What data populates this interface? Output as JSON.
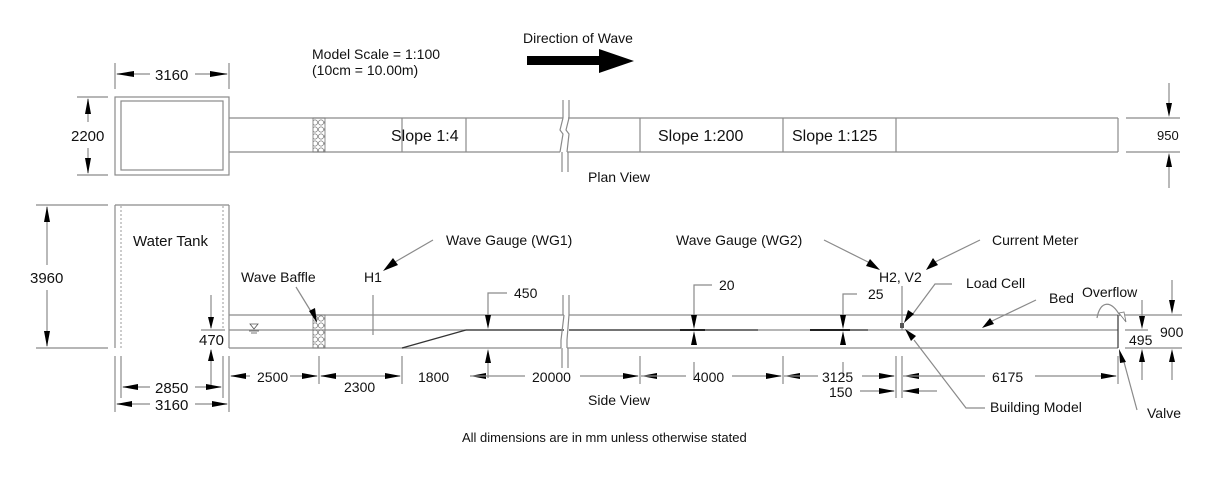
{
  "header": {
    "model_scale": "Model Scale = 1:100",
    "scale_note": "(10cm = 10.00m)",
    "direction_label": "Direction of Wave"
  },
  "plan_view": {
    "title": "Plan View",
    "tank_width": "3160",
    "tank_height": "2200",
    "flume_width": "950",
    "slopes": [
      "Slope 1:4",
      "Slope 1:200",
      "Slope 1:125"
    ]
  },
  "side_view": {
    "title": "Side View",
    "tank_label": "Water Tank",
    "tank_height": "3960",
    "water_depth_tank": "470",
    "tank_inner": "2850",
    "tank_outer": "3160",
    "labels": {
      "wave_baffle": "Wave Baffle",
      "h1": "H1",
      "wg1": "Wave Gauge (WG1)",
      "wg2": "Wave Gauge (WG2)",
      "h2v2": "H2, V2",
      "current_meter": "Current Meter",
      "load_cell": "Load Cell",
      "bed": "Bed",
      "overflow": "Overflow",
      "building_model": "Building Model",
      "valve": "Valve"
    },
    "heights": {
      "step_450": "450",
      "step_20": "20",
      "step_25": "25",
      "depth_495": "495",
      "depth_900": "900"
    },
    "horizontal_dims": [
      "2500",
      "2300",
      "1800",
      "20000",
      "4000",
      "3125",
      "6175"
    ],
    "dim_150": "150"
  },
  "footer": {
    "note": "All dimensions are in mm unless otherwise stated"
  }
}
